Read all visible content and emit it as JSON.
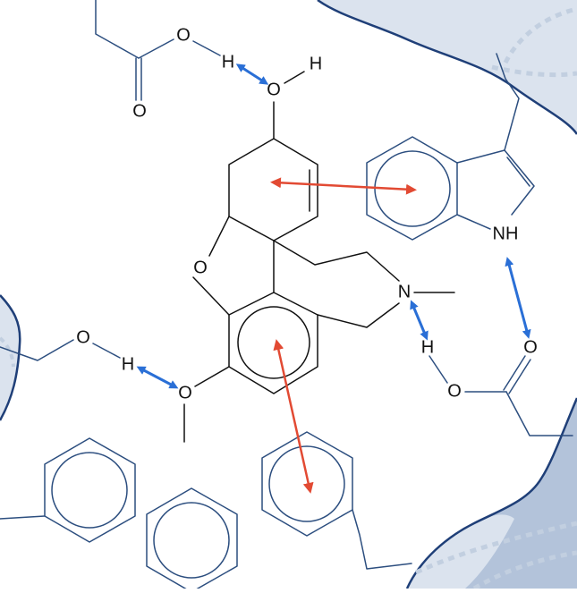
{
  "colors": {
    "pocket_fill": "#dbe3ee",
    "pocket_fill_dark": "#b3c3da",
    "pocket_edge": "#1f3f78",
    "pocket_dash": "#c2cfe0",
    "ligand": "#111111",
    "residue": "#2c4e7f",
    "hbond_arrow": "#2a6fd6",
    "pi_arrow": "#e24a33",
    "background": "#ffffff"
  },
  "ligand_atoms": {
    "hydroxyl_o": "O",
    "hydroxyl_h": "H",
    "ring_o": "O",
    "methoxy_o": "O",
    "amine_n": "N"
  },
  "residue_atoms": {
    "acid_top_o1": "O",
    "acid_top_o2": "O",
    "acid_top_h": "H",
    "hydroxyl_left_o": "O",
    "hydroxyl_left_h": "H",
    "trp_nh": "NH",
    "acid_right_o1": "O",
    "acid_right_o2": "O",
    "acid_right_h": "H"
  },
  "interactions": [
    {
      "kind": "hydrogen-bond",
      "between": [
        "acid-top-h",
        "ligand-hydroxyl-o"
      ]
    },
    {
      "kind": "hydrogen-bond",
      "between": [
        "hydroxyl-left-h",
        "ligand-methoxy-o"
      ]
    },
    {
      "kind": "hydrogen-bond",
      "between": [
        "ligand-amine-n",
        "acid-right-h"
      ]
    },
    {
      "kind": "hydrogen-bond",
      "between": [
        "trp-nh",
        "acid-right-o1"
      ]
    },
    {
      "kind": "pi-stacking",
      "between": [
        "ligand-cyclohexene",
        "trp-benzene"
      ]
    },
    {
      "kind": "pi-stacking",
      "between": [
        "ligand-arene",
        "phe-ring-bottom"
      ]
    }
  ]
}
